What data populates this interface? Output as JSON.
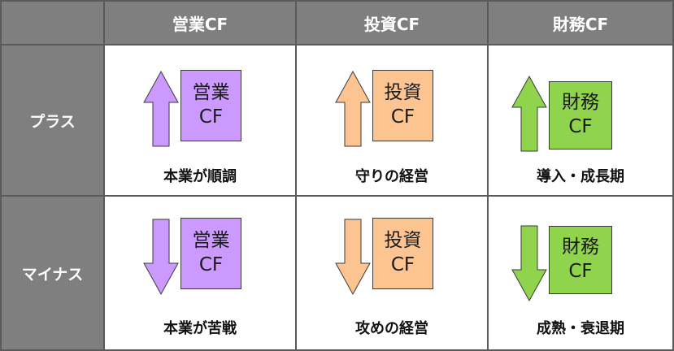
{
  "columns": [
    "営業CF",
    "投資CF",
    "財務CF"
  ],
  "rows": [
    "プラス",
    "マイナス"
  ],
  "cells": [
    [
      {
        "box_line1": "営業",
        "box_line2": "CF",
        "caption": "本業が順調",
        "direction": "up",
        "color": "#cc99ff"
      },
      {
        "box_line1": "投資",
        "box_line2": "CF",
        "caption": "守りの経営",
        "direction": "up",
        "color": "#fbc491"
      },
      {
        "box_line1": "財務",
        "box_line2": "CF",
        "caption": "導入・成長期",
        "direction": "up",
        "color": "#8fd44c"
      }
    ],
    [
      {
        "box_line1": "営業",
        "box_line2": "CF",
        "caption": "本業が苦戦",
        "direction": "down",
        "color": "#cc99ff"
      },
      {
        "box_line1": "投資",
        "box_line2": "CF",
        "caption": "攻めの経営",
        "direction": "down",
        "color": "#fbc491"
      },
      {
        "box_line1": "財務",
        "box_line2": "CF",
        "caption": "成熟・衰退期",
        "direction": "down",
        "color": "#8fd44c"
      }
    ]
  ],
  "colors": {
    "header_bg": "#7f7f7f",
    "border": "#5a5a5a"
  }
}
